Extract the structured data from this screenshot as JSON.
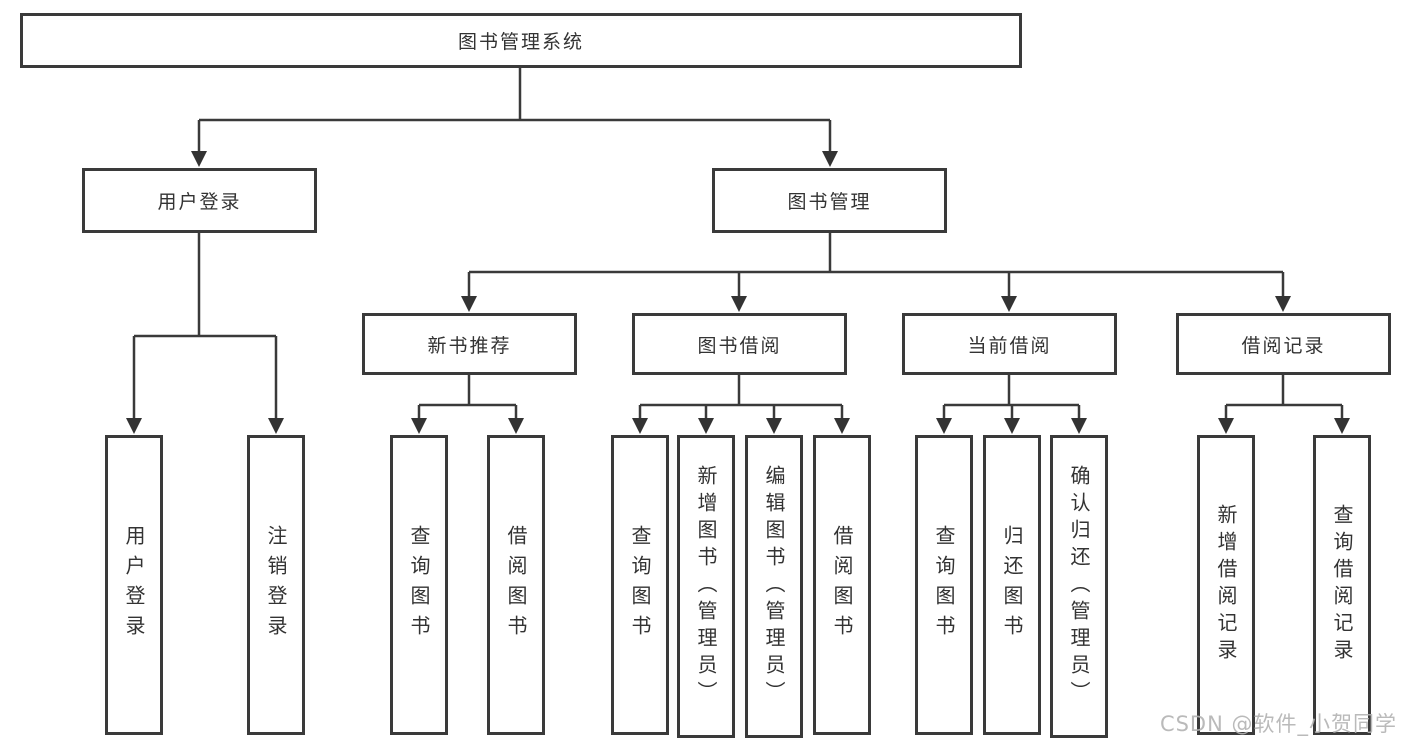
{
  "diagram_type": "tree",
  "colors": {
    "background": "#ffffff",
    "box_border": "#3a3a3a",
    "connector_line": "#3a3a3a",
    "arrowhead": "#333333",
    "text": "#333333",
    "watermark": "#b3b3b3"
  },
  "root": {
    "label": "图书管理系统"
  },
  "level2": [
    {
      "id": "user-login",
      "label": "用户登录",
      "children": [
        {
          "label": "用户登录"
        },
        {
          "label": "注销登录"
        }
      ]
    },
    {
      "id": "book-management",
      "label": "图书管理"
    }
  ],
  "modules": [
    {
      "id": "new-book-recommend",
      "label": "新书推荐",
      "children": [
        {
          "label": "查询图书"
        },
        {
          "label": "借阅图书"
        }
      ]
    },
    {
      "id": "book-borrowing",
      "label": "图书借阅",
      "children": [
        {
          "label": "查询图书"
        },
        {
          "label": "新增图书（管理员）"
        },
        {
          "label": "编辑图书（管理员）"
        },
        {
          "label": "借阅图书"
        }
      ]
    },
    {
      "id": "current-borrowing",
      "label": "当前借阅",
      "children": [
        {
          "label": "查询图书"
        },
        {
          "label": "归还图书"
        },
        {
          "label": "确认归还（管理员）"
        }
      ]
    },
    {
      "id": "borrowing-records",
      "label": "借阅记录",
      "children": [
        {
          "label": "新增借阅记录"
        },
        {
          "label": "查询借阅记录"
        }
      ]
    }
  ],
  "watermark": {
    "text": "CSDN @软件_小贺同学"
  }
}
